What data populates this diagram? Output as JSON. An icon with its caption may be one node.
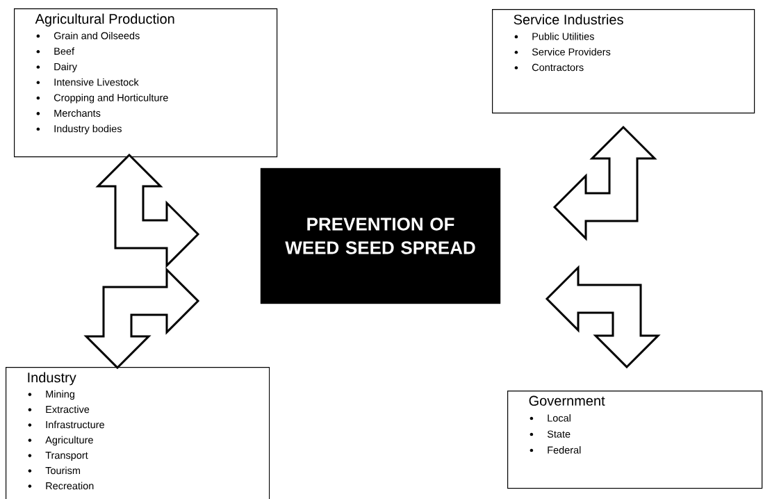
{
  "diagram": {
    "nodes": [
      {
        "text": [
          "PREVENTION OF WEED SEED SPREAD"
        ]
      },
      {
        "text": [
          "Agricultural Production",
          "Grain and Oilseeds",
          "Beef",
          "Dairy",
          "Intensive Livestock",
          "Cropping and Horticulture",
          "Merchants",
          "Industry bodies"
        ]
      },
      {
        "text": [
          "Service Industries",
          "Public Utilities",
          "Service Providers",
          "Contractors"
        ]
      },
      {
        "text": [
          "Industry",
          "Mining",
          "Extractive",
          "Infrastructure",
          "Agriculture",
          "Transport",
          "Tourism",
          "Recreation"
        ]
      },
      {
        "text": [
          "Government",
          "Local",
          "State",
          "Federal"
        ]
      }
    ],
    "edges": [
      {
        "from": 1,
        "to": 0,
        "arrow": "both"
      },
      {
        "from": 3,
        "to": 0,
        "arrow": "both"
      },
      {
        "from": 2,
        "to": 0,
        "arrow": "both"
      },
      {
        "from": 4,
        "to": 0,
        "arrow": "both"
      }
    ]
  }
}
